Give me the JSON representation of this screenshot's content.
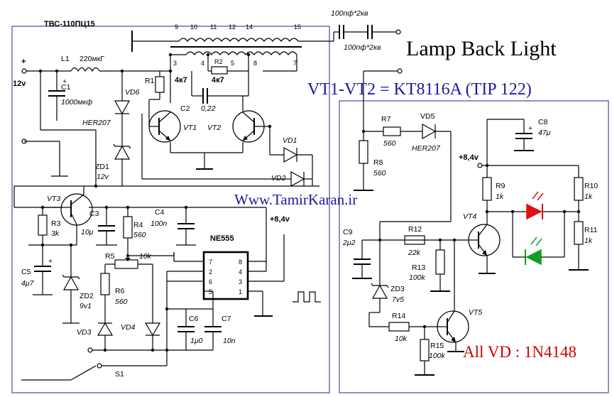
{
  "titles": {
    "transformer": "ТВС-110ПЦ15",
    "lamp": "Lamp Back Light",
    "transistors": "VT1-VT2 = KT8116A (TIP 122)",
    "website": "Www.TamirKaran.ir",
    "diodes_note": "All VD : 1N4148",
    "ic": "NE555"
  },
  "supply": {
    "plus": "+",
    "voltage": "12v",
    "rail_1": "+8,4v",
    "rail_2": "+8,4v"
  },
  "transformer_pins": {
    "p9": "9",
    "p10": "10",
    "p11": "11",
    "p12": "12",
    "p14": "14",
    "p15": "15",
    "p3": "3",
    "p4": "4",
    "p5": "5",
    "p8": "8",
    "p7": "7"
  },
  "caps_hv": {
    "c_a": "100пф*2кв",
    "c_b": "100пф*2кв"
  },
  "left_components": {
    "l1": "L1",
    "l1_value": "220мкГ",
    "c1": "C1",
    "c1_value": "1000мкф",
    "vd6": "VD6",
    "vd6_type": "HER207",
    "zd1": "ZD1",
    "zd1_value": "12v",
    "r1": "R1",
    "r1_value": "4к7",
    "r2": "R2",
    "r2_value": "4к7",
    "c2": "C2",
    "c2_value": "0,22",
    "vt1": "VT1",
    "vt2": "VT2",
    "vd1": "VD1",
    "vd2": "VD2",
    "vt3": "VT3",
    "r3": "R3",
    "r3_value": "3k",
    "c3": "C3",
    "c3_value": "10μ",
    "r4": "R4",
    "r4_value": "560",
    "c4": "C4",
    "c4_value": "100n",
    "c5": "C5",
    "c5_value": "4μ7",
    "zd2": "ZD2",
    "zd2_value": "9v1",
    "r5": "R5",
    "r5_value": "10k",
    "r6": "R6",
    "r6_value": "560",
    "vd3": "VD3",
    "vd4": "VD4",
    "c6": "C6",
    "c6_value": "1μ0",
    "c7": "C7",
    "c7_value": "10n",
    "s1": "S1"
  },
  "ic_pins": {
    "p7": "7",
    "p2": "2",
    "p6": "6",
    "p5": "5",
    "p8": "8",
    "p4": "4",
    "p3": "3",
    "p1": "1"
  },
  "right_components": {
    "r7": "R7",
    "r7_value": "560",
    "vd5": "VD5",
    "vd5_type": "HER207",
    "r8": "R8",
    "r8_value": "560",
    "c8": "C8",
    "c8_value": "47μ",
    "r9": "R9",
    "r9_value": "1k",
    "r10": "R10",
    "r10_value": "1k",
    "r11": "R11",
    "r11_value": "1k",
    "vt4": "VT4",
    "c9": "C9",
    "c9_value": "2μ2",
    "r12": "R12",
    "r12_value": "22k",
    "r13": "R13",
    "r13_value": "100k",
    "zd3": "ZD3",
    "zd3_value": "7v5",
    "r14": "R14",
    "r14_value": "10k",
    "vt5": "VT5",
    "r15": "R15",
    "r15_value": "100k"
  },
  "colors": {
    "led_red": "#e01010",
    "led_green": "#10a020",
    "text_blue": "#1a1aa0",
    "text_red": "#d00000",
    "frame": "#1a2a8a"
  }
}
